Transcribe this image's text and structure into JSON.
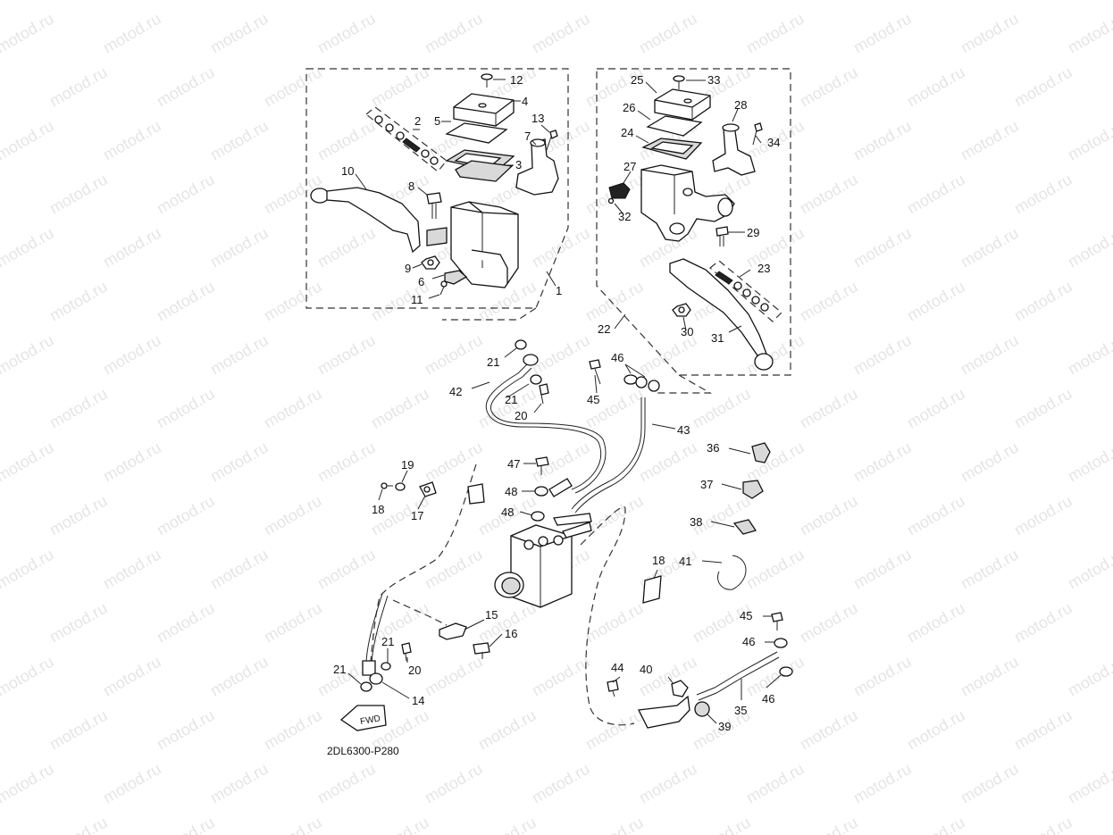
{
  "watermark": {
    "text": "motod.ru"
  },
  "diagram_code": "2DL6300-P280",
  "fwd_label": "FWD",
  "labels": {
    "l1": "1",
    "l2": "2",
    "l3": "3",
    "l4": "4",
    "l5": "5",
    "l6": "6",
    "l7": "7",
    "l8": "8",
    "l9": "9",
    "l10": "10",
    "l11": "11",
    "l12": "12",
    "l13": "13",
    "l14": "14",
    "l15": "15",
    "l16": "16",
    "l17": "17",
    "l18a": "18",
    "l18b": "18",
    "l19": "19",
    "l20a": "20",
    "l20b": "20",
    "l21a": "21",
    "l21b": "21",
    "l21c": "21",
    "l21d": "21",
    "l22": "22",
    "l23": "23",
    "l24": "24",
    "l25": "25",
    "l26": "26",
    "l27": "27",
    "l28": "28",
    "l29": "29",
    "l30": "30",
    "l31": "31",
    "l32": "32",
    "l33": "33",
    "l34": "34",
    "l35": "35",
    "l36": "36",
    "l37": "37",
    "l38": "38",
    "l39": "39",
    "l40": "40",
    "l41": "41",
    "l42": "42",
    "l43": "43",
    "l44": "44",
    "l45a": "45",
    "l45b": "45",
    "l46a": "46",
    "l46b": "46",
    "l46c": "46",
    "l47": "47",
    "l48a": "48",
    "l48b": "48"
  }
}
